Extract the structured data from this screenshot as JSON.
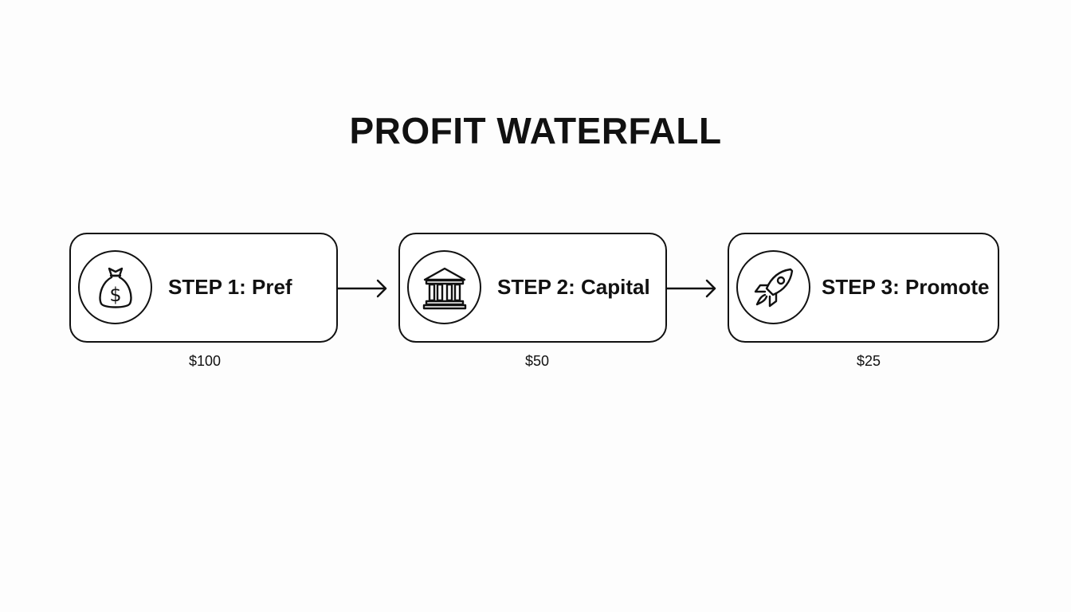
{
  "title": "PROFIT WATERFALL",
  "steps": [
    {
      "label": "STEP 1: Pref",
      "amount": "$100",
      "icon": "money-bag-icon"
    },
    {
      "label": "STEP 2: Capital",
      "amount": "$50",
      "icon": "bank-icon"
    },
    {
      "label": "STEP 3: Promote",
      "amount": "$25",
      "icon": "rocket-icon"
    }
  ],
  "colors": {
    "stroke": "#111111",
    "background": "#fdfdfd"
  }
}
